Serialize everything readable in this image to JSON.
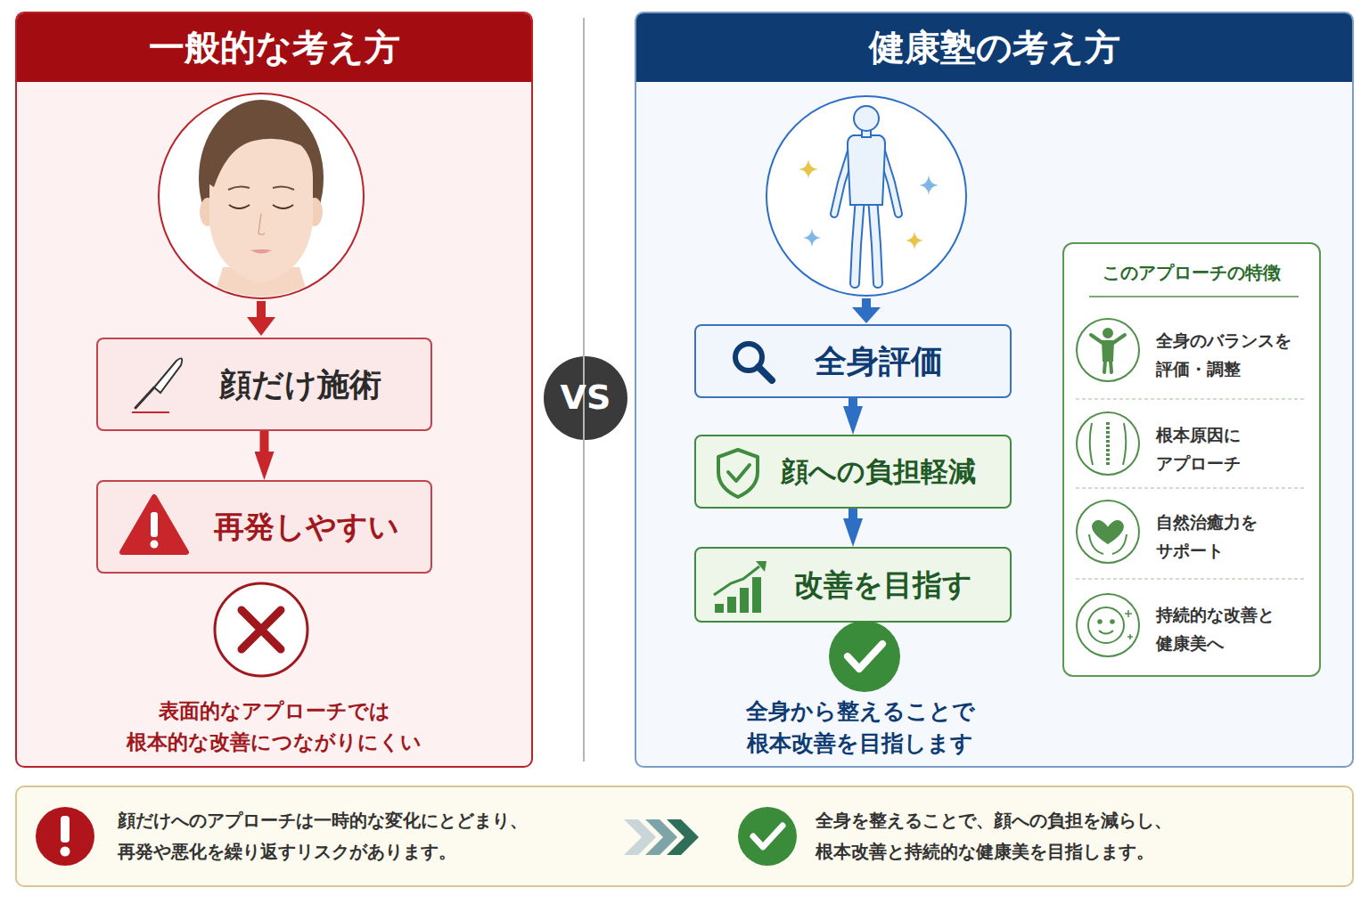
{
  "diagram": {
    "nodes": [
      {
        "text": [
          "一般的な考え方",
          "表面的なアプローチでは 根本的な改善につながりにくい"
        ]
      },
      {
        "text": [
          "顔だけ施術"
        ],
        "in": 0
      },
      {
        "text": [
          "再発しやすい"
        ],
        "in": 0
      },
      {
        "text": [
          "健康塾の考え方",
          "全身から整えることで 根本改善を目指します"
        ]
      },
      {
        "text": [
          "全身評価"
        ],
        "in": 3
      },
      {
        "text": [
          "顔への負担軽減"
        ],
        "in": 3
      },
      {
        "text": [
          "改善を目指す"
        ],
        "in": 3
      },
      {
        "text": [
          "このアプローチの特徴",
          "全身のバランスを 評価・調整",
          "根本原因に アプローチ",
          "自然治癒力を サポート",
          "持続的な改善と 健康美へ"
        ],
        "in": 3
      },
      {
        "text": [
          "VS"
        ]
      },
      {
        "text": [
          "顔だけへのアプローチは一時的な変化にとどまり、 再発や悪化を繰り返すリスクがあります。",
          "全身を整えることで、顔への負担を減らし、 根本改善と持続的な健康美を目指します。"
        ]
      }
    ],
    "edges": [
      {
        "from": 1,
        "to": 2,
        "arrow": "to"
      },
      {
        "from": 4,
        "to": 5,
        "arrow": "to"
      },
      {
        "from": 5,
        "to": 6,
        "arrow": "to"
      }
    ]
  }
}
